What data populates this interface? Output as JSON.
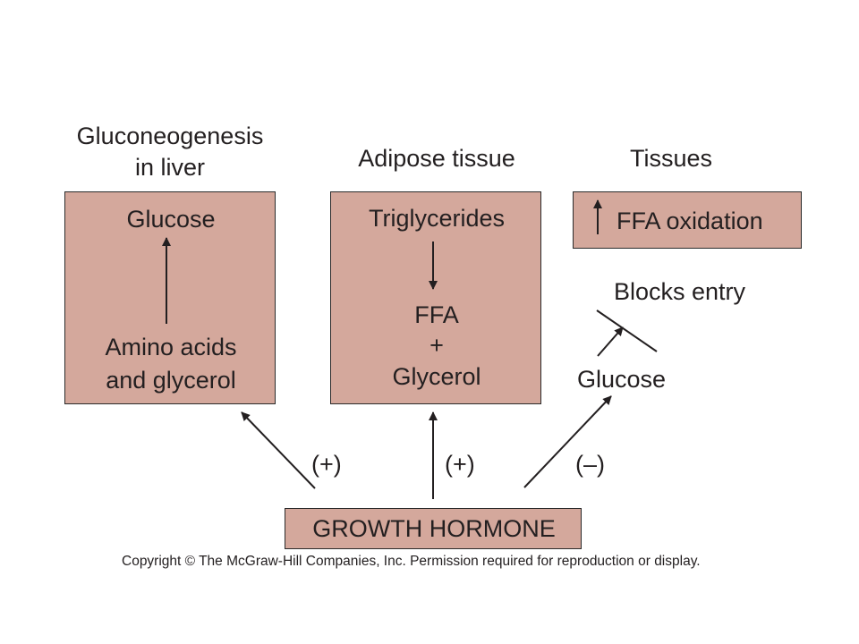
{
  "headings": {
    "liver_line1": "Gluconeogenesis",
    "liver_line2": "in liver",
    "adipose": "Adipose tissue",
    "tissues": "Tissues"
  },
  "liver_box": {
    "product": "Glucose",
    "substrate_line1": "Amino acids",
    "substrate_line2": "and glycerol"
  },
  "adipose_box": {
    "substrate": "Triglycerides",
    "product_line1": "FFA",
    "product_line2": "+",
    "product_line3": "Glycerol"
  },
  "tissues_box": {
    "label": "FFA oxidation",
    "indicator": "up-arrow-icon"
  },
  "glucose_path": {
    "blocks_label": "Blocks entry",
    "glucose_label": "Glucose"
  },
  "effects": {
    "liver": "(+)",
    "adipose": "(+)",
    "glucose": "(–)"
  },
  "source": {
    "label": "GROWTH HORMONE"
  },
  "footer": {
    "copyright": "Copyright © The McGraw-Hill Companies, Inc. Permission required for reproduction or display."
  },
  "colors": {
    "box_fill": "#d4a89c",
    "stroke": "#231f20"
  }
}
